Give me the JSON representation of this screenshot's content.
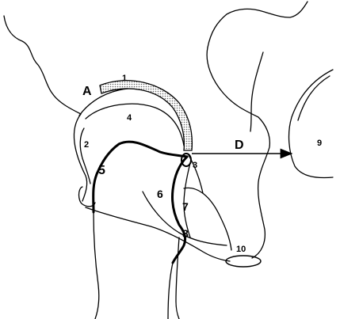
{
  "labels": {
    "A": "A",
    "D": "D",
    "n1": "1",
    "n2": "2",
    "n3": "3",
    "n4": "4",
    "n5": "5",
    "n6": "6",
    "n7": "7",
    "n8": "8",
    "n9": "9",
    "n10": "10"
  },
  "colors": {
    "ink": "#000000",
    "stipple": "#9a9a9a",
    "background": "#ffffff"
  }
}
